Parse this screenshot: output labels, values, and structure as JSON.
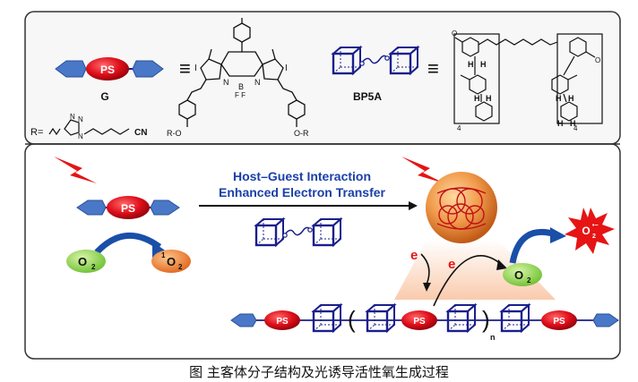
{
  "top_panel": {
    "guest_ps_label": "PS",
    "guest_name": "G",
    "r_label": "R=",
    "r_cn": "CN",
    "bodipy_atoms": {
      "iodine_left": "I",
      "iodine_right": "I",
      "nitrogen_left": "N",
      "nitrogen_right": "N",
      "boron": "B",
      "fluorines": "F  F",
      "ether_left": "R-O",
      "ether_right": "O-R"
    },
    "host_name": "BP5A",
    "h_label": "H",
    "subscript_4": "4",
    "methoxy_label": "O",
    "equivalence_symbol": "≡"
  },
  "bottom_panel": {
    "guest_ps_label": "PS",
    "oxygen_label": "O",
    "oxygen_sub": "2",
    "singlet_sup": "1",
    "singlet_label": "O",
    "singlet_sub": "2",
    "arrow_line1": "Host–Guest Interaction",
    "arrow_line2": "Enhanced Electron Transfer",
    "electron_label_1": "e",
    "electron_label_2": "e",
    "acceptor_label": "O",
    "acceptor_sub": "2",
    "superoxide_label": "O",
    "superoxide_sub": "2",
    "superoxide_sup": "•−",
    "polymer_ps_labels": [
      "PS",
      "PS",
      "PS"
    ],
    "repeat_n": "n"
  },
  "caption": "图  主客体分子结构及光诱导活性氧生成过程",
  "colors": {
    "ps_red": "#e0101c",
    "cube_blue": "#1a1f8c",
    "stopper_blue": "#4a78c8",
    "oxygen_green": "#8ed24a",
    "singlet_orange": "#e8762a",
    "arrow_blue": "#1a4fa8",
    "burst_red": "#e61414",
    "panel_border": "#333333",
    "panel_bg": "#f7f7f7"
  }
}
